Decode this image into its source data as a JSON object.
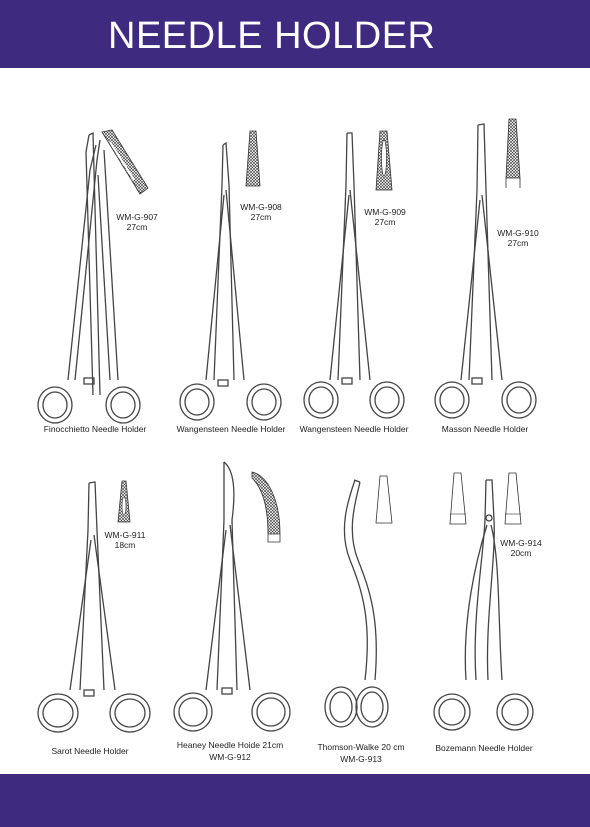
{
  "header": {
    "title": "NEEDLE HOLDER"
  },
  "colors": {
    "band": "#3e2b7f",
    "steel": "#555555"
  },
  "products": [
    {
      "code": "WM-G-907",
      "size": "27cm",
      "name": "Finocchietto Needle Holder"
    },
    {
      "code": "WM-G-908",
      "size": "27cm",
      "name": "Wangensteen Needle Holder"
    },
    {
      "code": "WM-G-909",
      "size": "27cm",
      "name": "Wangensteen Needle Holder"
    },
    {
      "code": "WM-G-910",
      "size": "27cm",
      "name": "Masson Needle Holder"
    },
    {
      "code": "WM-G-911",
      "size": "18cm",
      "name": "Sarot Needle Holder"
    },
    {
      "name": "Heaney Needle Hoide 21cm",
      "code": "WM-G-912"
    },
    {
      "name": "Thomson-Walke 20 cm",
      "code": "WM-G-913"
    },
    {
      "code": "WM-G-914",
      "size": "20cm",
      "name": "Bozemann Needle Holder"
    }
  ]
}
